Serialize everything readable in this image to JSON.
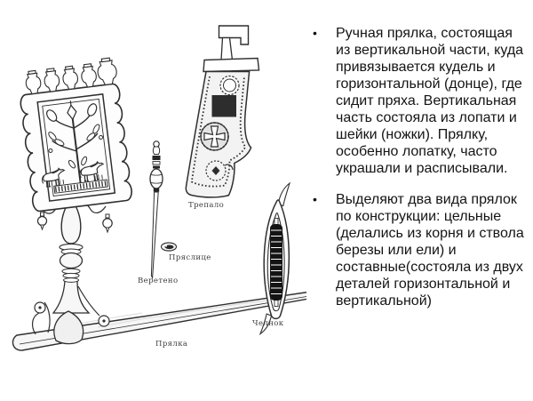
{
  "figure": {
    "captions": {
      "trepalo": "Трепало",
      "pryaslitse": "Пряслице",
      "vereteno": "Веретено",
      "chelnok": "Челнок",
      "pryalka": "Прялка"
    }
  },
  "content": {
    "bullet_char": "•",
    "bullets": [
      {
        "text": "Ручная прялка, состоящая из вертикальной части, куда привязывается кудель и горизонтальной (донце), где сидит пряха. Вертикальная часть состояла из лопати и шейки (ножки). Прялку, особенно лопатку, часто украшали и расписывали."
      },
      {
        "text": "Выделяют два вида прялок по конструкции: цельные (делались из корня и ствола березы или ели) и составные(состояла из двух деталей горизонтальной и вертикальной)"
      }
    ]
  },
  "colors": {
    "background": "#ffffff",
    "ink": "#2f2f2f",
    "text": "#141414"
  }
}
